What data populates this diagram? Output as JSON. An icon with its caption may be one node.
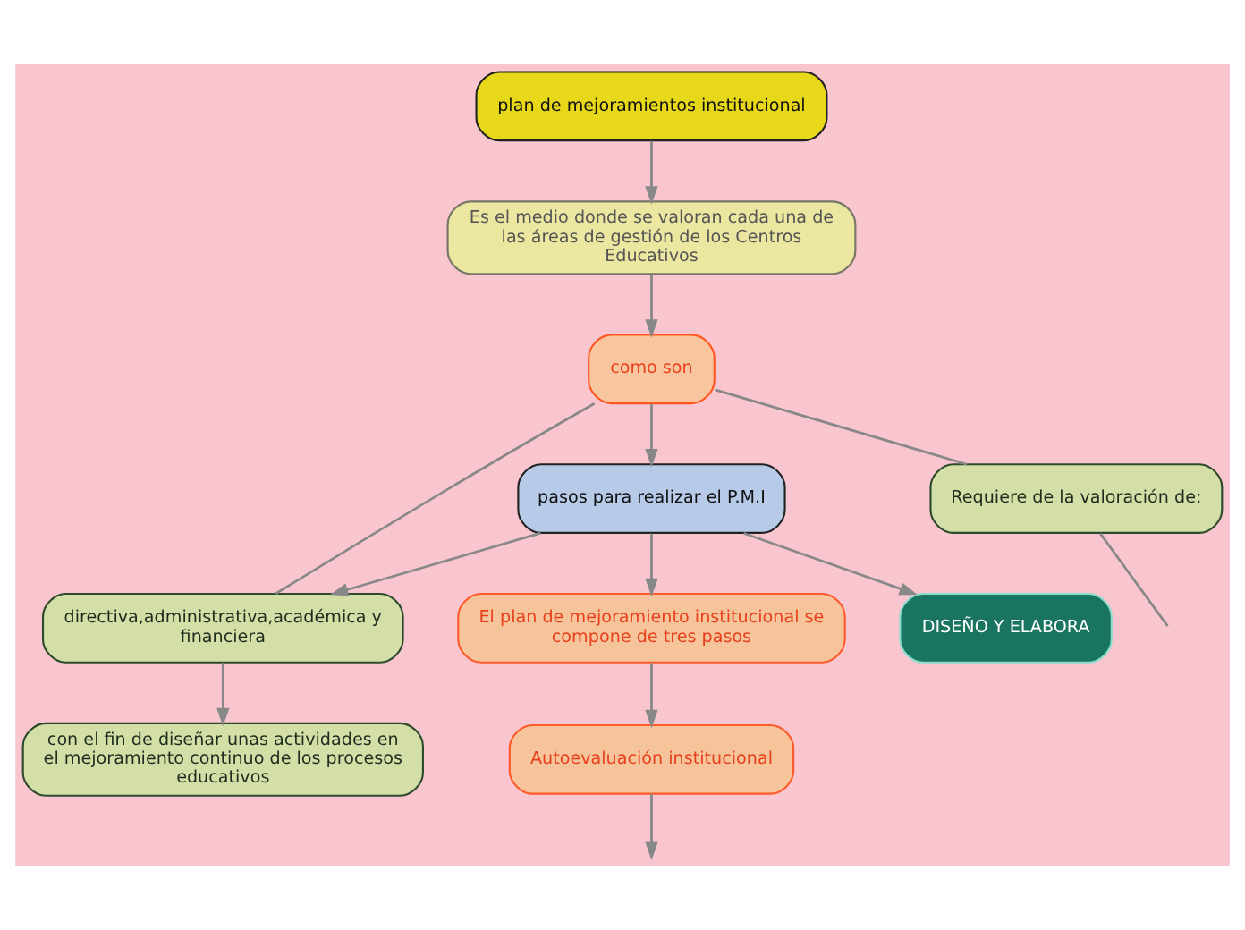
{
  "diagram": {
    "nodes": [
      {
        "text": [
          "plan de mejoramientos institucional"
        ]
      },
      {
        "text": [
          "Es el medio donde se valoran cada una de las áreas de gestión de los Centros Educativos"
        ]
      },
      {
        "text": [
          "como son"
        ]
      },
      {
        "text": [
          "directiva,administrativa,académica y financiera"
        ]
      },
      {
        "text": [
          "con el fin de diseñar unas actividades en el mejoramiento continuo de los procesos educativos"
        ]
      },
      {
        "text": [
          "pasos para realizar el P.M.I"
        ]
      },
      {
        "text": [
          "El plan de mejoramiento institucional se compone de tres pasos"
        ]
      },
      {
        "text": [
          "Autoevaluación institucional"
        ]
      },
      {
        "text": [
          "DISEÑO Y ELABORA"
        ]
      },
      {
        "text": [
          "Requiere de la valoración de:"
        ]
      }
    ],
    "edges": [
      {
        "from": 0,
        "to": 1,
        "arrow": "to"
      },
      {
        "from": 1,
        "to": 2,
        "arrow": "to"
      },
      {
        "from": 2,
        "to": 3,
        "arrow": "none"
      },
      {
        "from": 2,
        "to": 5,
        "arrow": "to"
      },
      {
        "from": 5,
        "to": 6,
        "arrow": "to"
      },
      {
        "from": 5,
        "to": 3,
        "arrow": "to"
      },
      {
        "from": 3,
        "to": 4,
        "arrow": "to"
      },
      {
        "from": 5,
        "to": 8,
        "arrow": "to"
      },
      {
        "from": 2,
        "to": 9,
        "arrow": "none"
      },
      {
        "from": 6,
        "to": 7,
        "arrow": "to"
      },
      {
        "from": 7,
        "to": null,
        "arrow": "to"
      },
      {
        "from": 9,
        "to": null,
        "arrow": "none"
      }
    ]
  }
}
